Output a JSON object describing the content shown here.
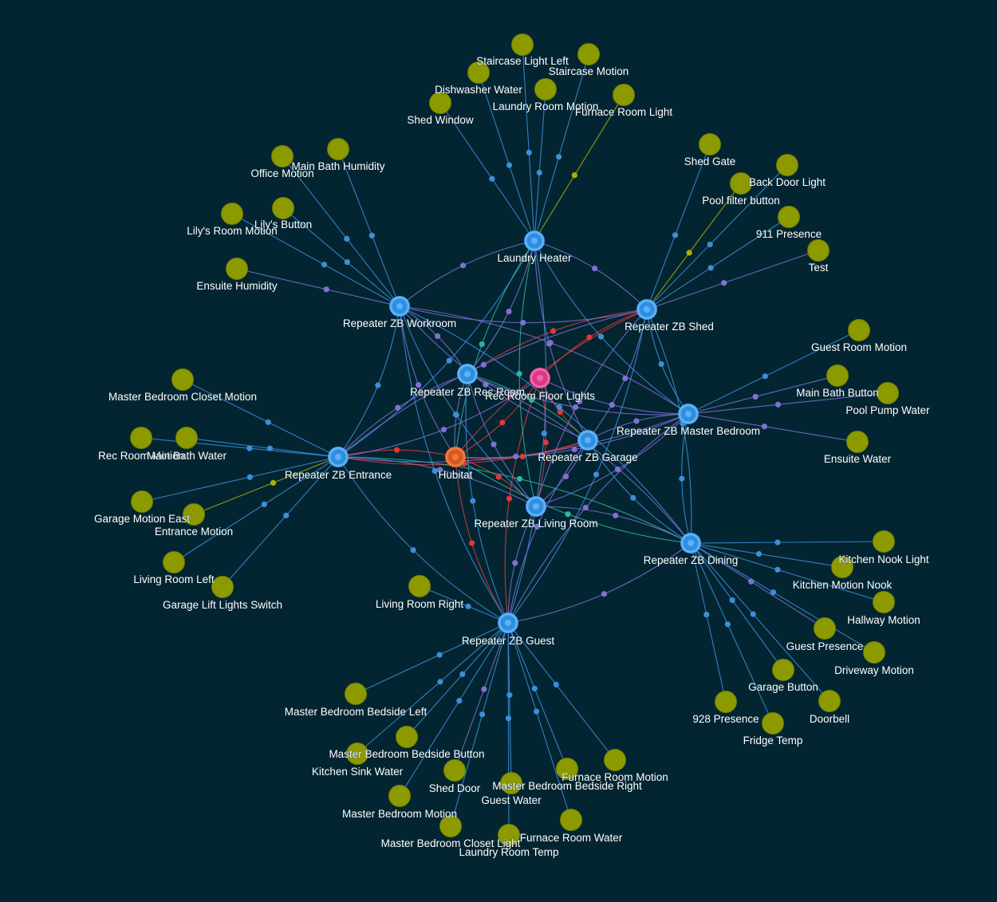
{
  "colors": {
    "background": "#032532",
    "repeater": "#2d8fe0",
    "repeater_ring": "#5fb0f5",
    "hub": "#d35a22",
    "hub_ring": "#f07a3a",
    "highlight": "#d83a86",
    "highlight_ring": "#f065a8",
    "device": "#8c9a00",
    "edge_blue": "#3b8fd8",
    "edge_purple": "#8070d0",
    "edge_red": "#e23838",
    "edge_teal": "#2fb59a",
    "edge_olive": "#a7b300"
  },
  "graph": {
    "hubs": [
      {
        "id": "hubitat",
        "label": "Hubitat",
        "kind": "hub"
      },
      {
        "id": "laundry_heater",
        "label": "Laundry Heater",
        "kind": "repeater"
      },
      {
        "id": "rz_workroom",
        "label": "Repeater ZB Workroom",
        "kind": "repeater"
      },
      {
        "id": "rz_shed",
        "label": "Repeater ZB Shed",
        "kind": "repeater"
      },
      {
        "id": "rz_rec",
        "label": "Repeater ZB Rec Room",
        "kind": "repeater"
      },
      {
        "id": "rec_floor",
        "label": "Rec Room Floor Lights",
        "kind": "highlight"
      },
      {
        "id": "rz_master",
        "label": "Repeater ZB Master Bedroom",
        "kind": "repeater"
      },
      {
        "id": "rz_entrance",
        "label": "Repeater ZB Entrance",
        "kind": "repeater"
      },
      {
        "id": "rz_garage",
        "label": "Repeater ZB Garage",
        "kind": "repeater"
      },
      {
        "id": "rz_living",
        "label": "Repeater ZB Living Room",
        "kind": "repeater"
      },
      {
        "id": "rz_dining",
        "label": "Repeater ZB Dining",
        "kind": "repeater"
      },
      {
        "id": "rz_guest",
        "label": "Repeater ZB Guest",
        "kind": "repeater"
      }
    ],
    "devices": [
      {
        "id": "staircase_light_left",
        "label": "Staircase Light Left",
        "parent": "laundry_heater"
      },
      {
        "id": "staircase_motion",
        "label": "Staircase Motion",
        "parent": "laundry_heater"
      },
      {
        "id": "dishwasher_water",
        "label": "Dishwasher Water",
        "parent": "laundry_heater"
      },
      {
        "id": "laundry_room_motion",
        "label": "Laundry Room Motion",
        "parent": "laundry_heater"
      },
      {
        "id": "furnace_room_light",
        "label": "Furnace Room Light",
        "parent": "laundry_heater",
        "edge": "olive"
      },
      {
        "id": "shed_window",
        "label": "Shed Window",
        "parent": "laundry_heater"
      },
      {
        "id": "main_bath_humidity",
        "label": "Main Bath Humidity",
        "parent": "rz_workroom"
      },
      {
        "id": "office_motion",
        "label": "Office Motion",
        "parent": "rz_workroom"
      },
      {
        "id": "lilys_button",
        "label": "Lily's Button",
        "parent": "rz_workroom"
      },
      {
        "id": "lilys_room_motion",
        "label": "Lily's Room Motion",
        "parent": "rz_workroom"
      },
      {
        "id": "ensuite_humidity",
        "label": "Ensuite Humidity",
        "parent": "rz_workroom",
        "edge": "purple"
      },
      {
        "id": "shed_gate",
        "label": "Shed Gate",
        "parent": "rz_shed"
      },
      {
        "id": "back_door_light",
        "label": "Back Door Light",
        "parent": "rz_shed"
      },
      {
        "id": "pool_filter_button",
        "label": "Pool filter button",
        "parent": "rz_shed",
        "edge": "olive"
      },
      {
        "id": "presence_911",
        "label": "911 Presence",
        "parent": "rz_shed"
      },
      {
        "id": "test",
        "label": "Test",
        "parent": "rz_shed",
        "edge": "purple"
      },
      {
        "id": "guest_room_motion",
        "label": "Guest Room Motion",
        "parent": "rz_master"
      },
      {
        "id": "main_bath_button",
        "label": "Main Bath Button",
        "parent": "rz_master",
        "edge": "purple"
      },
      {
        "id": "pool_pump_water",
        "label": "Pool Pump Water",
        "parent": "rz_master",
        "edge": "purple"
      },
      {
        "id": "ensuite_water",
        "label": "Ensuite Water",
        "parent": "rz_master",
        "edge": "purple"
      },
      {
        "id": "master_bedroom_closet_motion",
        "label": "Master Bedroom Closet Motion",
        "parent": "rz_entrance"
      },
      {
        "id": "rec_room_motion",
        "label": "Rec Room Motion",
        "parent": "rz_entrance"
      },
      {
        "id": "main_bath_water",
        "label": "Main Bath Water",
        "parent": "rz_entrance"
      },
      {
        "id": "garage_motion_east",
        "label": "Garage Motion East",
        "parent": "rz_entrance"
      },
      {
        "id": "entrance_motion",
        "label": "Entrance Motion",
        "parent": "rz_entrance",
        "edge": "olive"
      },
      {
        "id": "living_room_left",
        "label": "Living Room Left",
        "parent": "rz_entrance"
      },
      {
        "id": "garage_lift_lights_switch",
        "label": "Garage Lift Lights Switch",
        "parent": "rz_entrance"
      },
      {
        "id": "living_room_right",
        "label": "Living Room Right",
        "parent": "rz_guest"
      },
      {
        "id": "kitchen_nook_light",
        "label": "Kitchen Nook Light",
        "parent": "rz_dining"
      },
      {
        "id": "kitchen_motion_nook",
        "label": "Kitchen Motion Nook",
        "parent": "rz_dining"
      },
      {
        "id": "hallway_motion",
        "label": "Hallway Motion",
        "parent": "rz_dining"
      },
      {
        "id": "guest_presence",
        "label": "Guest Presence",
        "parent": "rz_dining",
        "edge": "purple"
      },
      {
        "id": "driveway_motion",
        "label": "Driveway Motion",
        "parent": "rz_dining"
      },
      {
        "id": "garage_button",
        "label": "Garage Button",
        "parent": "rz_dining"
      },
      {
        "id": "doorbell",
        "label": "Doorbell",
        "parent": "rz_dining"
      },
      {
        "id": "presence_928",
        "label": "928 Presence",
        "parent": "rz_dining"
      },
      {
        "id": "fridge_temp",
        "label": "Fridge Temp",
        "parent": "rz_dining"
      },
      {
        "id": "master_bedroom_bedside_left",
        "label": "Master Bedroom Bedside Left",
        "parent": "rz_guest"
      },
      {
        "id": "master_bedroom_bedside_button",
        "label": "Master Bedroom Bedside Button",
        "parent": "rz_guest"
      },
      {
        "id": "kitchen_sink_water",
        "label": "Kitchen Sink Water",
        "parent": "rz_guest"
      },
      {
        "id": "shed_door",
        "label": "Shed Door",
        "parent": "rz_guest",
        "edge": "purple"
      },
      {
        "id": "guest_water",
        "label": "Guest Water",
        "parent": "rz_guest"
      },
      {
        "id": "master_bedroom_bedside_right",
        "label": "Master Bedroom Bedside Right",
        "parent": "rz_guest"
      },
      {
        "id": "furnace_room_motion",
        "label": "Furnace Room Motion",
        "parent": "rz_guest"
      },
      {
        "id": "master_bedroom_motion",
        "label": "Master Bedroom Motion",
        "parent": "rz_guest"
      },
      {
        "id": "master_bedroom_closet_light",
        "label": "Master Bedroom Closet Light",
        "parent": "rz_guest"
      },
      {
        "id": "furnace_room_water",
        "label": "Furnace Room Water",
        "parent": "rz_guest"
      },
      {
        "id": "laundry_room_temp",
        "label": "Laundry Room Temp",
        "parent": "rz_guest"
      }
    ],
    "mesh_links": [
      [
        "hubitat",
        "rec_floor",
        "red"
      ],
      [
        "hubitat",
        "rz_shed",
        "red"
      ],
      [
        "hubitat",
        "rz_garage",
        "red"
      ],
      [
        "hubitat",
        "rz_living",
        "red"
      ],
      [
        "hubitat",
        "rz_guest",
        "red"
      ],
      [
        "hubitat",
        "laundry_heater",
        "teal"
      ],
      [
        "hubitat",
        "rz_entrance",
        "red"
      ],
      [
        "hubitat",
        "rz_rec",
        "purple"
      ],
      [
        "hubitat",
        "rz_master",
        "purple"
      ],
      [
        "hubitat",
        "rz_workroom",
        "purple"
      ],
      [
        "hubitat",
        "rz_dining",
        "teal"
      ],
      [
        "rec_floor",
        "rz_shed",
        "red"
      ],
      [
        "rec_floor",
        "rz_garage",
        "red"
      ],
      [
        "rec_floor",
        "rz_living",
        "red"
      ],
      [
        "rec_floor",
        "rz_guest",
        "red"
      ],
      [
        "rec_floor",
        "rz_entrance",
        "purple"
      ],
      [
        "rec_floor",
        "rz_master",
        "purple"
      ],
      [
        "rz_rec",
        "rz_shed",
        "red"
      ],
      [
        "rz_rec",
        "rz_master",
        "purple"
      ],
      [
        "rz_rec",
        "rz_garage",
        "teal"
      ],
      [
        "rz_entrance",
        "rz_garage",
        "red"
      ],
      [
        "rz_entrance",
        "rz_dining",
        "teal"
      ],
      [
        "laundry_heater",
        "rz_workroom",
        "purple"
      ],
      [
        "laundry_heater",
        "rz_shed",
        "purple"
      ],
      [
        "laundry_heater",
        "rz_living",
        "teal"
      ],
      [
        "laundry_heater",
        "rz_guest",
        "blue"
      ],
      [
        "laundry_heater",
        "rz_master",
        "blue"
      ],
      [
        "laundry_heater",
        "rz_entrance",
        "blue"
      ],
      [
        "laundry_heater",
        "rz_garage",
        "purple"
      ],
      [
        "laundry_heater",
        "rz_rec",
        "purple"
      ],
      [
        "rz_workroom",
        "rz_shed",
        "purple"
      ],
      [
        "rz_workroom",
        "rz_entrance",
        "blue"
      ],
      [
        "rz_workroom",
        "rz_guest",
        "blue"
      ],
      [
        "rz_workroom",
        "rz_master",
        "purple"
      ],
      [
        "rz_workroom",
        "rz_garage",
        "purple"
      ],
      [
        "rz_workroom",
        "rz_dining",
        "blue"
      ],
      [
        "rz_workroom",
        "rz_living",
        "blue"
      ],
      [
        "rz_workroom",
        "rz_rec",
        "purple"
      ],
      [
        "rz_shed",
        "rz_master",
        "blue"
      ],
      [
        "rz_shed",
        "rz_dining",
        "blue"
      ],
      [
        "rz_shed",
        "rz_entrance",
        "purple"
      ],
      [
        "rz_shed",
        "rz_garage",
        "purple"
      ],
      [
        "rz_shed",
        "rz_living",
        "purple"
      ],
      [
        "rz_shed",
        "rz_guest",
        "blue"
      ],
      [
        "rz_master",
        "rz_dining",
        "blue"
      ],
      [
        "rz_master",
        "rz_entrance",
        "purple"
      ],
      [
        "rz_master",
        "rz_garage",
        "purple"
      ],
      [
        "rz_master",
        "rz_living",
        "purple"
      ],
      [
        "rz_master",
        "rz_guest",
        "purple"
      ],
      [
        "rz_entrance",
        "rz_living",
        "purple"
      ],
      [
        "rz_entrance",
        "rz_guest",
        "blue"
      ],
      [
        "rz_entrance",
        "rz_rec",
        "purple"
      ],
      [
        "rz_garage",
        "rz_dining",
        "blue"
      ],
      [
        "rz_garage",
        "rz_living",
        "purple"
      ],
      [
        "rz_garage",
        "rz_guest",
        "purple"
      ],
      [
        "rz_living",
        "rz_dining",
        "purple"
      ],
      [
        "rz_living",
        "rz_guest",
        "purple"
      ],
      [
        "rz_dining",
        "rz_guest",
        "purple"
      ],
      [
        "rz_rec",
        "rz_living",
        "purple"
      ],
      [
        "rz_rec",
        "rz_dining",
        "purple"
      ],
      [
        "rz_rec",
        "rz_guest",
        "blue"
      ]
    ]
  }
}
